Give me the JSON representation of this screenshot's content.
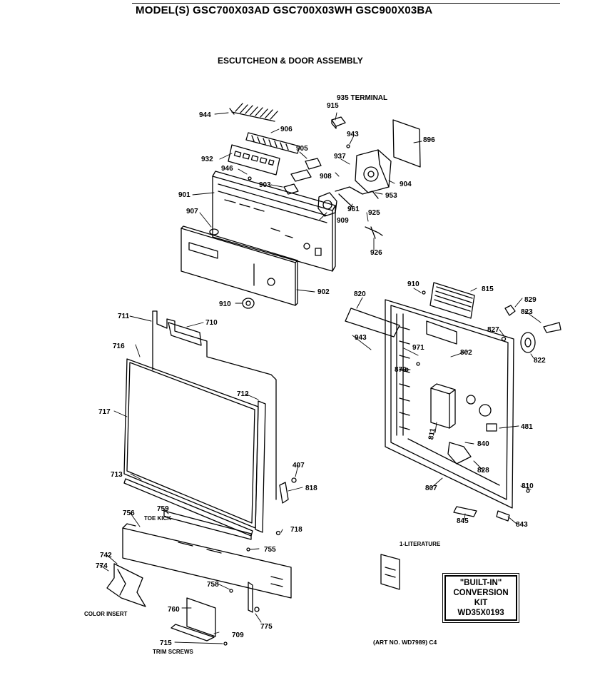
{
  "header": {
    "model_line": "MODEL(S) GSC700X03AD  GSC700X03WH  GSC900X03BA",
    "assembly_title": "ESCUTCHEON & DOOR ASSEMBLY"
  },
  "parts": {
    "p944": "944",
    "p935": "935 TERMINAL",
    "p915": "915",
    "p906": "906",
    "p943a": "943",
    "p896": "896",
    "p932": "932",
    "p905": "905",
    "p937": "937",
    "p946": "946",
    "p908": "908",
    "p904": "904",
    "p903": "903",
    "p953": "953",
    "p901": "901",
    "p961": "961",
    "p925": "925",
    "p907": "907",
    "p909": "909",
    "p926": "926",
    "p902a": "902",
    "p910a": "910",
    "p911": "910",
    "p820": "820",
    "p815": "815",
    "p829": "829",
    "p823": "823",
    "p711": "711",
    "p710": "710",
    "p943b": "943",
    "p827": "827",
    "p971": "971",
    "p802": "802",
    "p716": "716",
    "p870": "870",
    "p822": "822",
    "p712": "712",
    "p717": "717",
    "p811": "811",
    "p481": "481",
    "p840": "840",
    "p828": "828",
    "p713": "713",
    "p407": "407",
    "p818": "818",
    "p807": "807",
    "p810b": "810",
    "p845": "845",
    "p843": "843",
    "p756": "756",
    "p759": "759",
    "p759sub": "TOE KICK",
    "p718": "718",
    "p755": "755",
    "p742": "742",
    "p774": "774",
    "p758": "758",
    "p760": "760",
    "p775": "775",
    "p709": "709",
    "p715": "715",
    "p715sub": "TRIM SCREWS",
    "color_insert": "COLOR INSERT",
    "literature": "1-LITERATURE"
  },
  "kit_box": {
    "line1": "\"BUILT-IN\"",
    "line2": "CONVERSION",
    "line3": "KIT",
    "line4": "WD35X0193"
  },
  "art_number": "(ART NO. WD7989) C4"
}
